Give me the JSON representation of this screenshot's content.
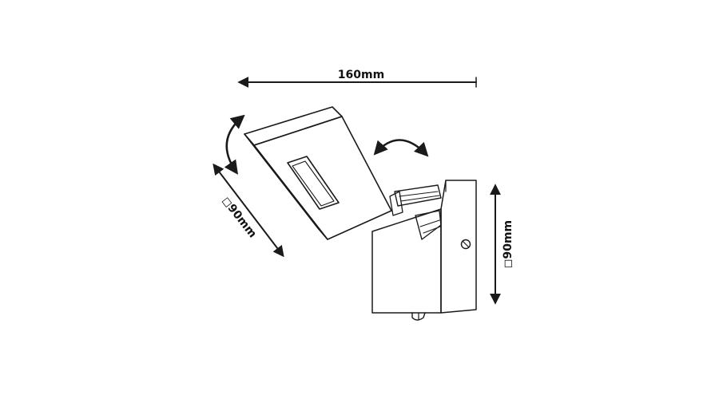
{
  "dimensions": {
    "width_label": "160mm",
    "head_label": "◻90mm",
    "height_label": "◻90mm"
  },
  "colors": {
    "line": "#1a1a1a",
    "background": "#ffffff"
  }
}
